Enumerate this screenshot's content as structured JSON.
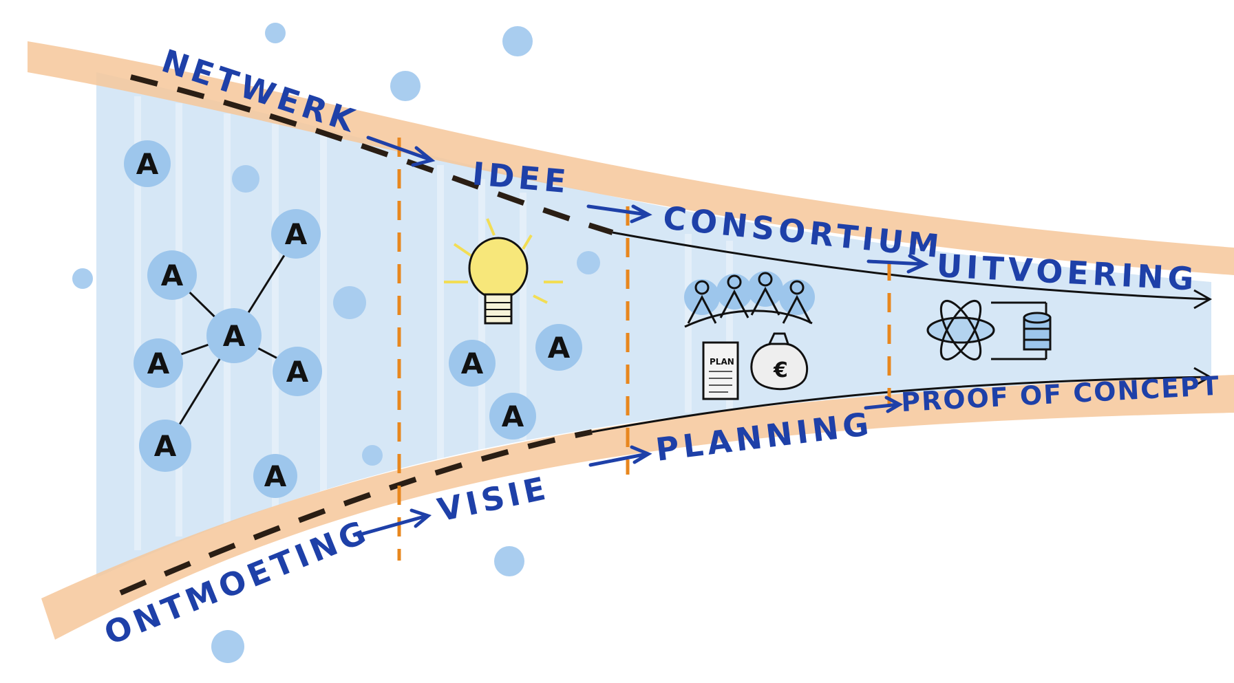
{
  "colors": {
    "funnel_fill": "#cfe3f5",
    "band": "#f6c79a",
    "label": "#1e40a8",
    "dot": "#a9cdef",
    "person_circle": "#9dc6ec",
    "divider": "#e8871e",
    "dash": "#2a1e14",
    "bulb": "#f7e77a"
  },
  "stages": {
    "top": [
      "NETWERK",
      "IDEE",
      "CONSORTIUM",
      "UITVOERING"
    ],
    "bottom": [
      "ONTMOETING",
      "VISIE",
      "PLANNING",
      "PROOF OF CONCEPT"
    ]
  },
  "icons": {
    "network": "network-of-people-icon",
    "idea": "lightbulb-icon",
    "team": "group-of-people-icon",
    "plan_doc": "plan-document-icon",
    "money": "euro-money-bag-icon",
    "atom": "atom-icon",
    "database": "database-icon"
  },
  "plan_doc_text": "PLAN",
  "money_symbol": "€",
  "person_glyph": "A"
}
